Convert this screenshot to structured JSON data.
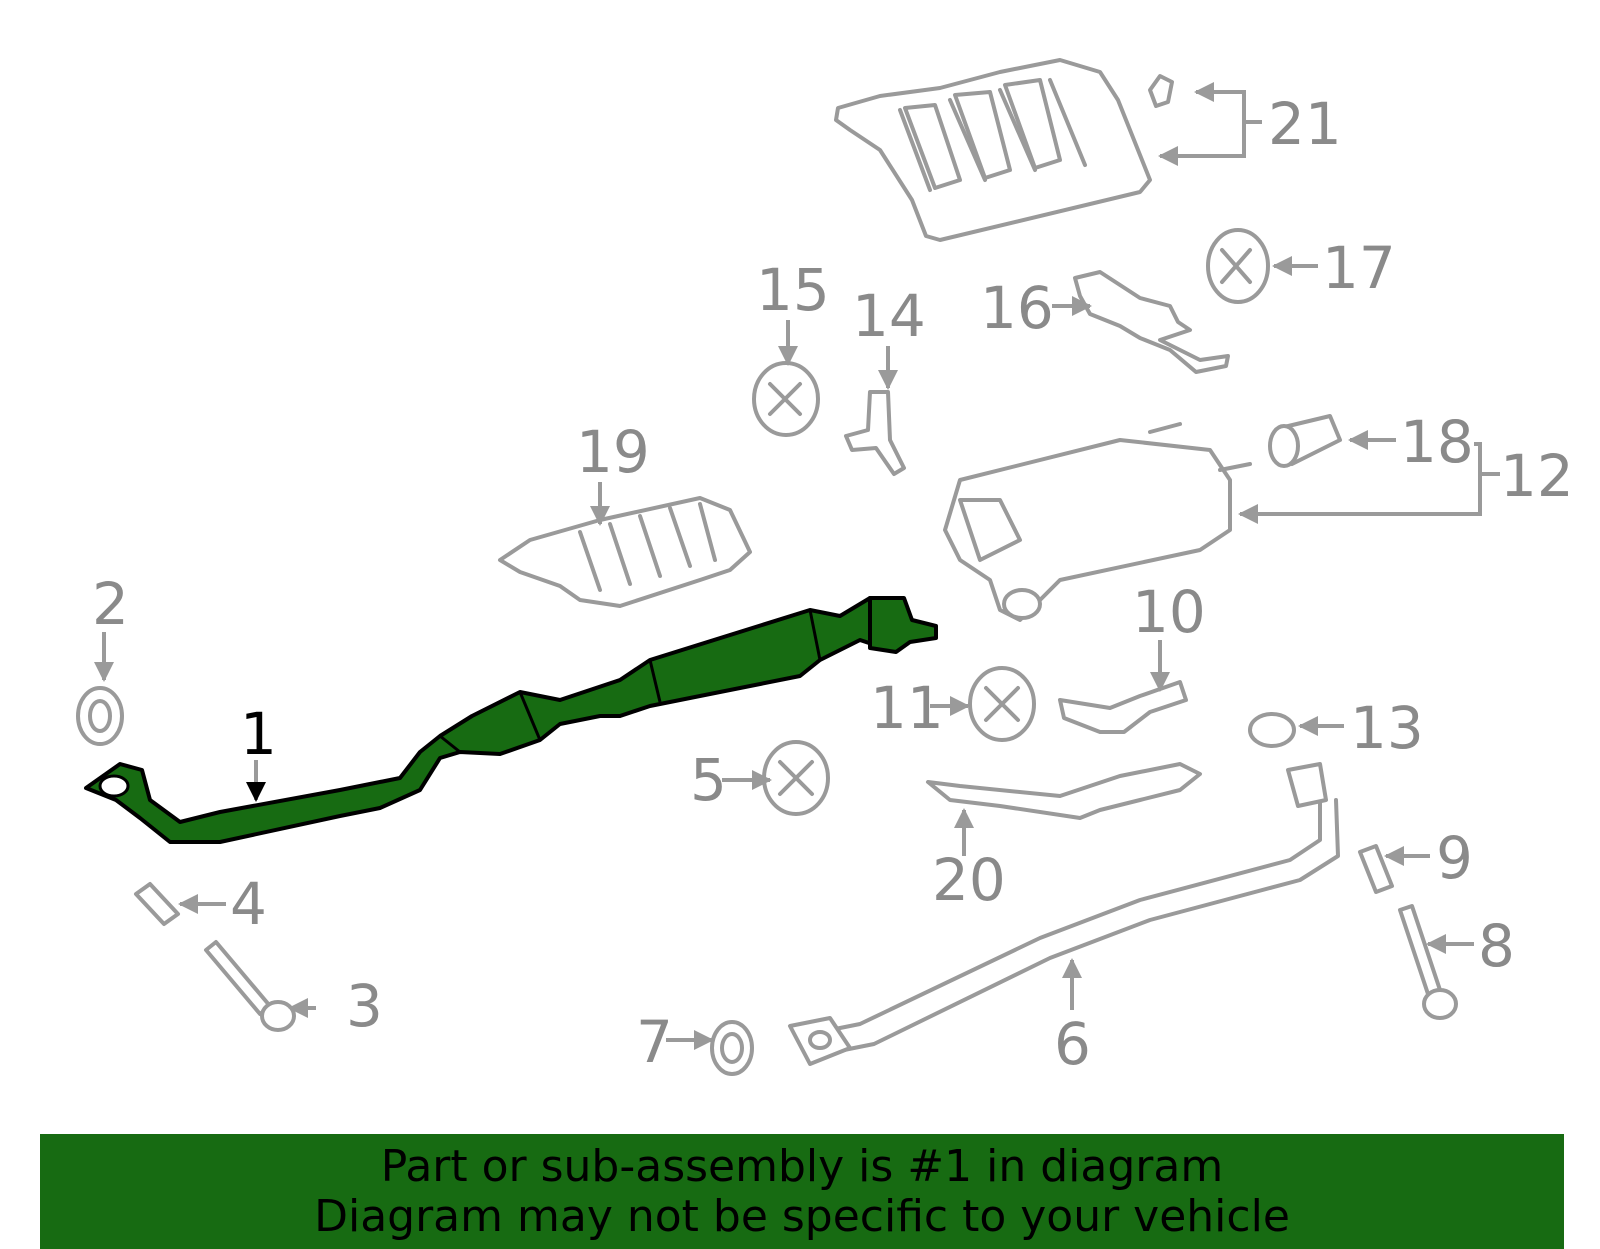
{
  "diagram": {
    "callouts": [
      {
        "id": "1",
        "text": "1"
      },
      {
        "id": "2",
        "text": "2"
      },
      {
        "id": "3",
        "text": "3"
      },
      {
        "id": "4",
        "text": "4"
      },
      {
        "id": "5",
        "text": "5"
      },
      {
        "id": "6",
        "text": "6"
      },
      {
        "id": "7",
        "text": "7"
      },
      {
        "id": "8",
        "text": "8"
      },
      {
        "id": "9",
        "text": "9"
      },
      {
        "id": "10",
        "text": "10"
      },
      {
        "id": "11",
        "text": "11"
      },
      {
        "id": "12",
        "text": "12"
      },
      {
        "id": "13",
        "text": "13"
      },
      {
        "id": "14",
        "text": "14"
      },
      {
        "id": "15",
        "text": "15"
      },
      {
        "id": "16",
        "text": "16"
      },
      {
        "id": "17",
        "text": "17"
      },
      {
        "id": "18",
        "text": "18"
      },
      {
        "id": "19",
        "text": "19"
      },
      {
        "id": "20",
        "text": "20"
      },
      {
        "id": "21",
        "text": "21"
      }
    ],
    "highlighted_part": "1",
    "colors": {
      "highlight": "#176b12",
      "line_art": "#9a9a9a",
      "label": "#8a8a8a",
      "banner_bg": "#176b12"
    }
  },
  "banner": {
    "line1": "Part or sub-assembly is #1 in diagram",
    "line2": "Diagram may not be specific to your vehicle"
  }
}
